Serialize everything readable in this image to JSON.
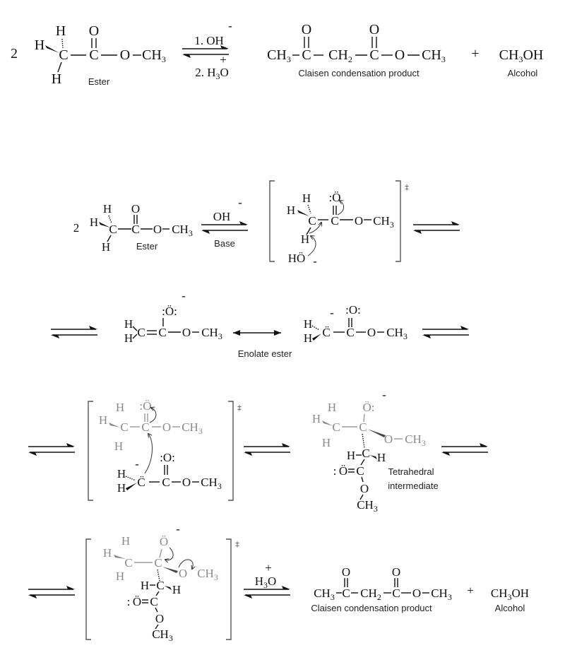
{
  "sym": {
    "H": "H",
    "C": "C",
    "O": "O",
    "CH": "CH",
    "n2": "2",
    "n3": "3",
    "Odots": "Ö",
    "Cdots": "C̈",
    "colon": ":",
    "minus": "-",
    "plus": "+",
    "dagger": "‡",
    "HO": "HÖ",
    "OH": "OH"
  },
  "reaction": {
    "coef": "2",
    "ester_label": "Ester",
    "step1": "1. OH",
    "step2_prefix": "2. H",
    "step2_suffix": "O",
    "product_label": "Claisen condensation product",
    "plus": "+",
    "alcohol_label": "Alcohol"
  },
  "mechanism": {
    "coef": "2",
    "ester_label": "Ester",
    "reagent": "OH",
    "reagent_label": "Base",
    "enolate_label": "Enolate ester",
    "tetrahedral_label_1": "Tetrahedral",
    "tetrahedral_label_2": "intermediate",
    "acid": "H",
    "acid_o": "O",
    "product_label": "Claisen condensation product",
    "plus": "+",
    "alcohol_label": "Alcohol"
  }
}
